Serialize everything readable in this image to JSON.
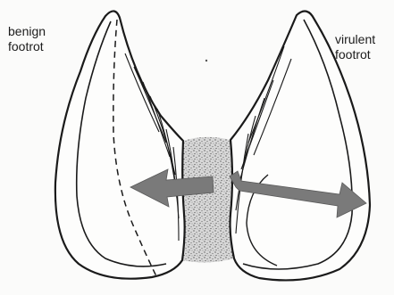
{
  "labels": {
    "left_line1": "benign",
    "left_line2": "footrot",
    "right_line1": "virulent",
    "right_line2": "footrot"
  },
  "colors": {
    "outline": "#1a1a1a",
    "arrow": "#7a7a7a",
    "stipple": "#9a9a9a",
    "background": "#fbfbfa"
  }
}
